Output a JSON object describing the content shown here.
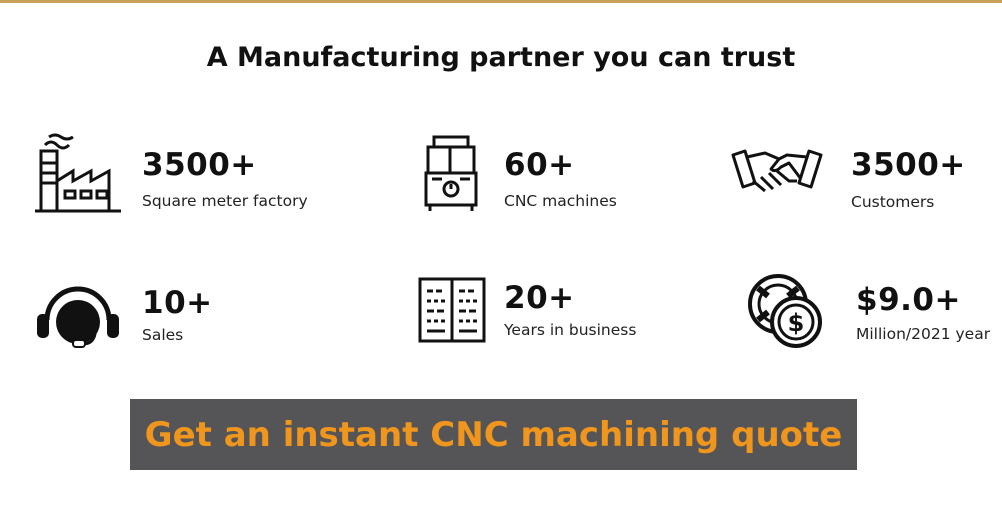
{
  "title": "A Manufacturing partner you can trust",
  "stats": [
    {
      "number": "3500+",
      "label": "Square meter factory",
      "icon": "factory-icon"
    },
    {
      "number": "60+",
      "label": "CNC machines",
      "icon": "cnc-machine-icon"
    },
    {
      "number": "3500+",
      "label": "Customers",
      "icon": "handshake-icon"
    },
    {
      "number": "10+",
      "label": "Sales",
      "icon": "headset-icon"
    },
    {
      "number": "20+",
      "label": "Years in business",
      "icon": "book-icon"
    },
    {
      "number": "$9.0+",
      "label": "Million/2021 year",
      "icon": "money-icon"
    }
  ],
  "cta": {
    "label": "Get an instant CNC machining quote"
  },
  "colors": {
    "accent": "#f0961d",
    "cta_background": "#555558",
    "top_rule": "#c8a15a"
  }
}
